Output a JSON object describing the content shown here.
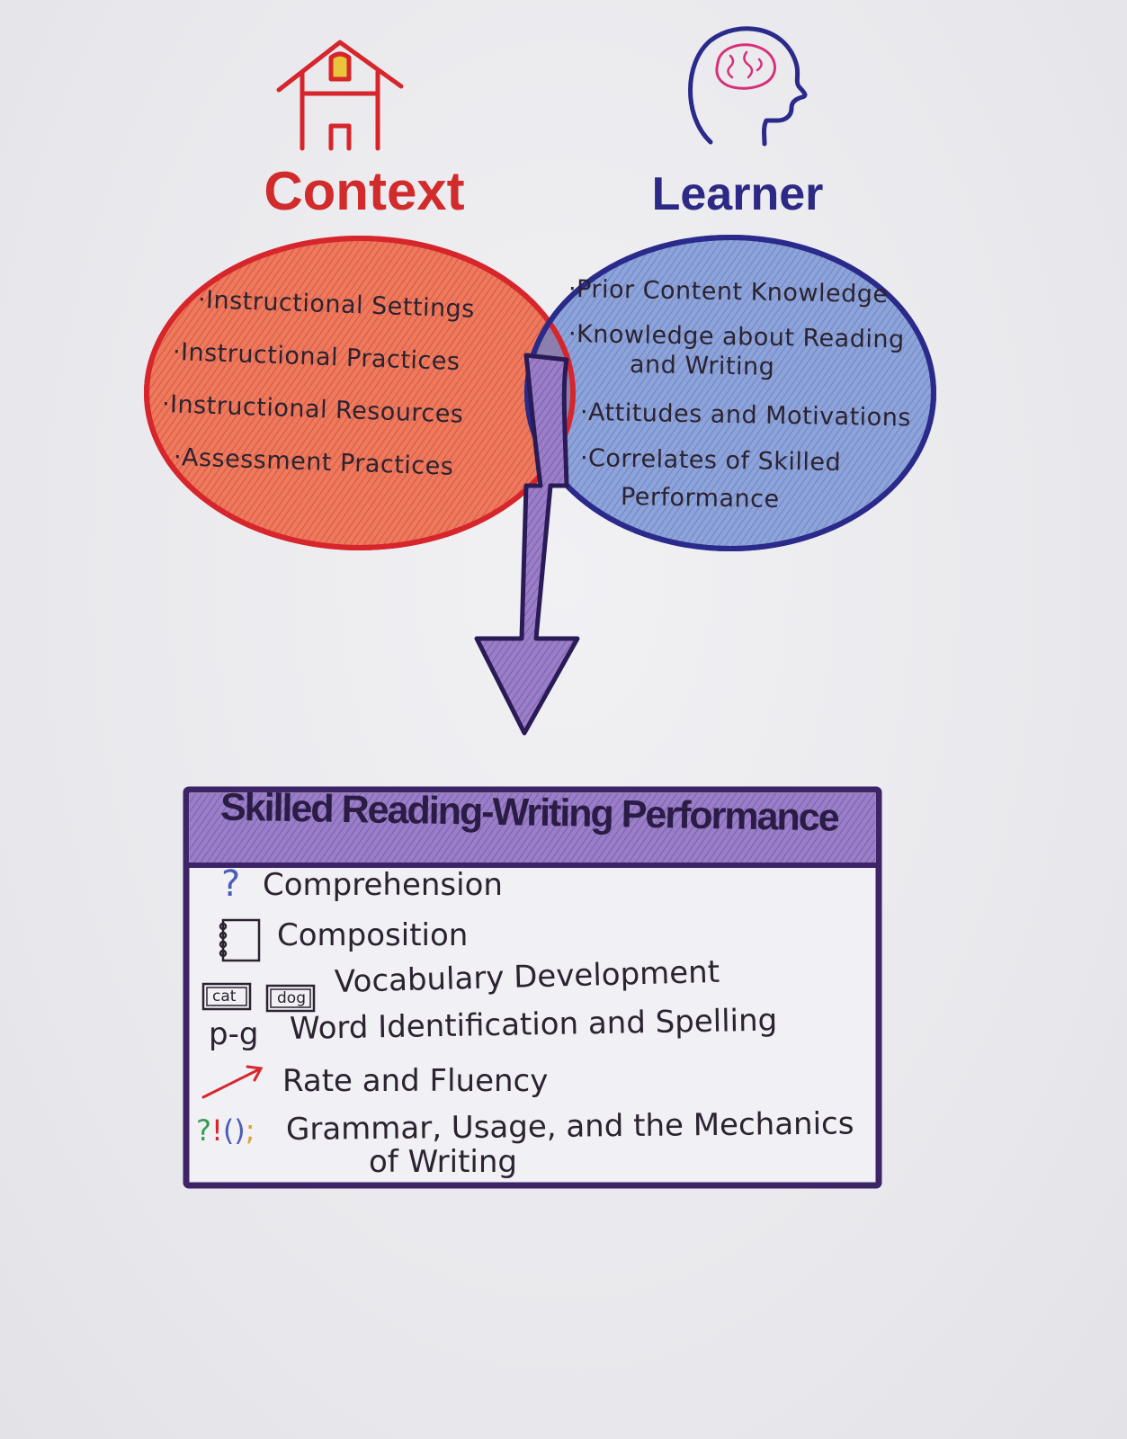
{
  "context": {
    "title": "Context",
    "items": [
      "·Instructional Settings",
      "·Instructional Practices",
      "·Instructional Resources",
      "·Assessment Practices"
    ],
    "color": "#d12b2b",
    "icon": "schoolhouse-icon"
  },
  "learner": {
    "title": "Learner",
    "items": [
      "·Prior Content Knowledge",
      "·Knowledge about Reading",
      "and Writing",
      "·Attitudes and Motivations",
      "·Correlates of Skilled",
      "Performance"
    ],
    "color": "#2c2a86",
    "icon": "head-with-brain-icon"
  },
  "performance": {
    "title": "Skilled Reading-Writing Performance",
    "color": "#4b2a86",
    "items": [
      {
        "symbol": "?",
        "label": "Comprehension",
        "icon": "question-mark-icon"
      },
      {
        "symbol": "",
        "label": "Composition",
        "icon": "notebook-icon"
      },
      {
        "symbol_cards": [
          "cat",
          "dog"
        ],
        "label": "Vocabulary Development",
        "icon": "word-cards-icon"
      },
      {
        "symbol": "p-g",
        "label": "Word Identification and Spelling",
        "icon": "letters-icon"
      },
      {
        "symbol": "",
        "label": "Rate and Fluency",
        "icon": "rising-arrow-icon"
      },
      {
        "symbol": "?!();",
        "label": "Grammar, Usage, and the Mechanics",
        "label_cont": "of Writing",
        "icon": "punctuation-icon"
      }
    ]
  }
}
